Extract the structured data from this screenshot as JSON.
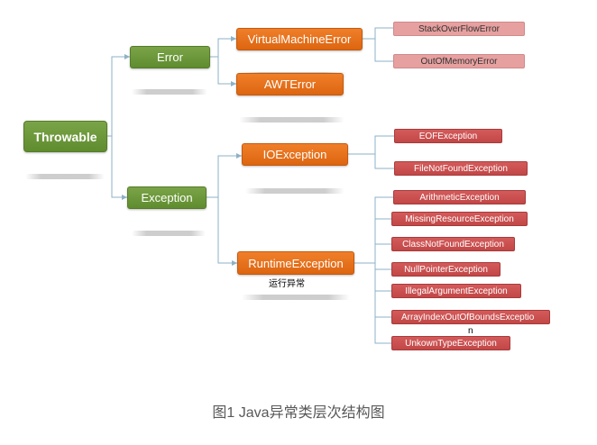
{
  "diagram": {
    "root": "Throwable",
    "level1": {
      "error": "Error",
      "exception": "Exception"
    },
    "level2": {
      "virtual_machine_error": "VirtualMachineError",
      "awt_error": "AWTError",
      "io_exception": "IOException",
      "runtime_exception": "RuntimeException"
    },
    "runtime_note": "运行异常",
    "level3": {
      "stack_overflow": "StackOverFlowError",
      "out_of_memory": "OutOfMemoryError",
      "eof": "EOFException",
      "file_not_found": "FileNotFoundException",
      "arithmetic": "ArithmeticException",
      "missing_resource": "MissingResourceException",
      "class_not_found": "ClassNotFoundException",
      "null_pointer": "NullPointerException",
      "illegal_argument": "IllegalArgumentException",
      "array_index_main": "ArrayIndexOutOfBoundsExceptio",
      "array_index_wrap": "n",
      "unknown_type": "UnkownTypeException"
    },
    "colors": {
      "root_green": "#6a9a3a",
      "category_orange": "#e8711c",
      "error_pink": "#e7a0a0",
      "exception_red": "#c85050",
      "connector": "#8eb1c7"
    }
  },
  "caption": "图1 Java异常类层次结构图"
}
